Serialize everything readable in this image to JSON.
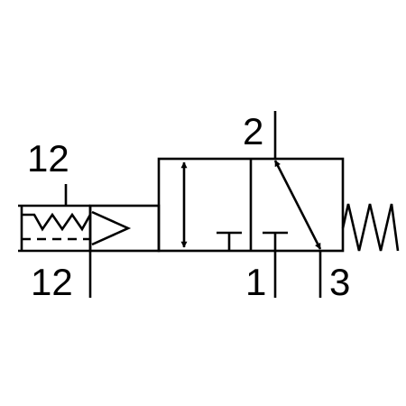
{
  "diagram": {
    "type": "pneumatic-valve-symbol",
    "labels": {
      "pilot_top": "12",
      "pilot_bottom": "12",
      "port_2": "2",
      "port_1": "1",
      "port_3": "3"
    }
  },
  "colors": {
    "line": "#000000",
    "background": "#ffffff"
  }
}
